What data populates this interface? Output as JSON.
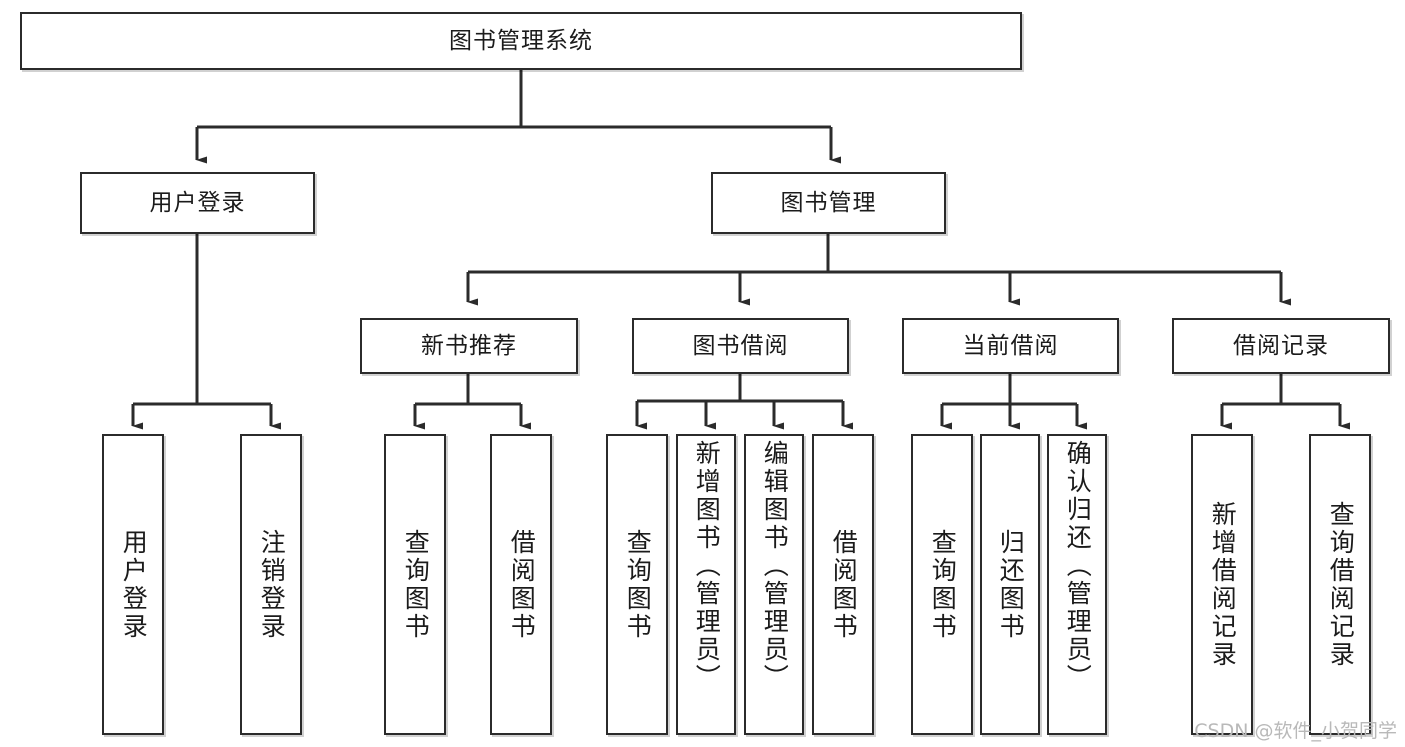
{
  "diagram": {
    "title": "图书管理系统",
    "root": {
      "id": "root",
      "label": "图书管理系统"
    },
    "level2": [
      {
        "id": "user-login",
        "label": "用户登录"
      },
      {
        "id": "book-manage",
        "label": "图书管理"
      }
    ],
    "level3": [
      {
        "id": "new-book-recommend",
        "label": "新书推荐"
      },
      {
        "id": "book-borrow",
        "label": "图书借阅"
      },
      {
        "id": "current-borrow",
        "label": "当前借阅"
      },
      {
        "id": "borrow-record",
        "label": "借阅记录"
      }
    ],
    "leaves": {
      "user_login": [
        {
          "id": "leaf-user-login",
          "label": "用户登录"
        },
        {
          "id": "leaf-logout-login",
          "label": "注销登录"
        }
      ],
      "new_book_recommend": [
        {
          "id": "leaf-query-book-1",
          "label": "查询图书"
        },
        {
          "id": "leaf-borrow-book-1",
          "label": "借阅图书"
        }
      ],
      "book_borrow": [
        {
          "id": "leaf-query-book-2",
          "label": "查询图书"
        },
        {
          "id": "leaf-add-book",
          "label": "新增图书（管理员）"
        },
        {
          "id": "leaf-edit-book",
          "label": "编辑图书（管理员）"
        },
        {
          "id": "leaf-borrow-book-2",
          "label": "借阅图书"
        }
      ],
      "current_borrow": [
        {
          "id": "leaf-query-book-3",
          "label": "查询图书"
        },
        {
          "id": "leaf-return-book",
          "label": "归还图书"
        },
        {
          "id": "leaf-confirm-return",
          "label": "确认归还（管理员）"
        }
      ],
      "borrow_record": [
        {
          "id": "leaf-add-borrow-record",
          "label": "新增借阅记录"
        },
        {
          "id": "leaf-query-borrow-record",
          "label": "查询借阅记录"
        }
      ]
    }
  },
  "watermark": {
    "text": "CSDN @软件_小贺同学"
  },
  "colors": {
    "stroke": "#2b2b2b",
    "background": "#ffffff",
    "text": "#1b1b1b",
    "watermark": "#b9b9b9"
  }
}
